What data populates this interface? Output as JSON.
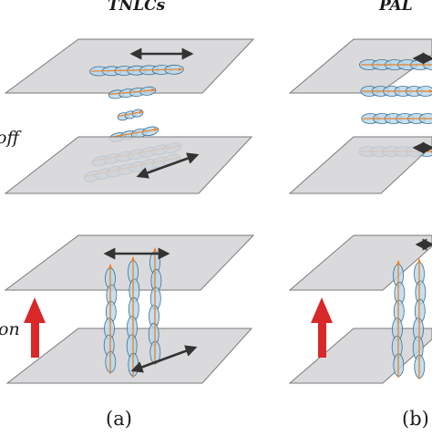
{
  "titles": {
    "left": "TNLCs",
    "right": "PAL"
  },
  "states": {
    "off": "off",
    "on": "on"
  },
  "panels": {
    "left": "(a)",
    "right": "(b)"
  },
  "colors": {
    "plate_fill": "#d4d4d6",
    "plate_stroke": "#7a7a7a",
    "lc_fill": "#b9d7ea",
    "lc_stroke": "#3f6f92",
    "lc_tip": "#e8822a",
    "polarizer": "#333333",
    "field_arrow": "#d8282a"
  },
  "icons": {
    "polarizer_arrow": "double-headed-arrow",
    "field_arrow": "up-arrow",
    "liquid_crystal": "ellipsoid-molecule"
  }
}
